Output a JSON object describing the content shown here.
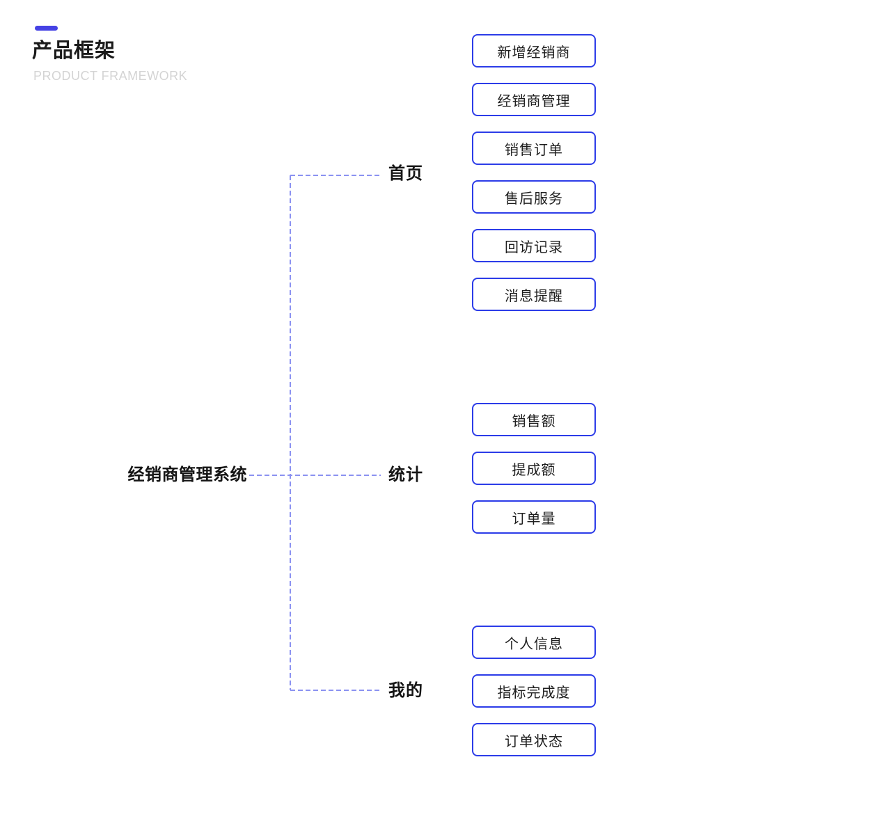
{
  "header": {
    "title": "产品框架",
    "subtitle": "PRODUCT FRAMEWORK"
  },
  "colors": {
    "accent": "#2c3ce8",
    "accent_dash": "#4542e4",
    "line": "#8b92f1",
    "subtitle": "#d4d4d4"
  },
  "tree": {
    "root": "经销商管理系统",
    "branches": [
      {
        "label": "首页",
        "items": [
          "新增经销商",
          "经销商管理",
          "销售订单",
          "售后服务",
          "回访记录",
          "消息提醒"
        ]
      },
      {
        "label": "统计",
        "items": [
          "销售额",
          "提成额",
          "订单量"
        ]
      },
      {
        "label": "我的",
        "items": [
          "个人信息",
          "指标完成度",
          "订单状态"
        ]
      }
    ]
  }
}
